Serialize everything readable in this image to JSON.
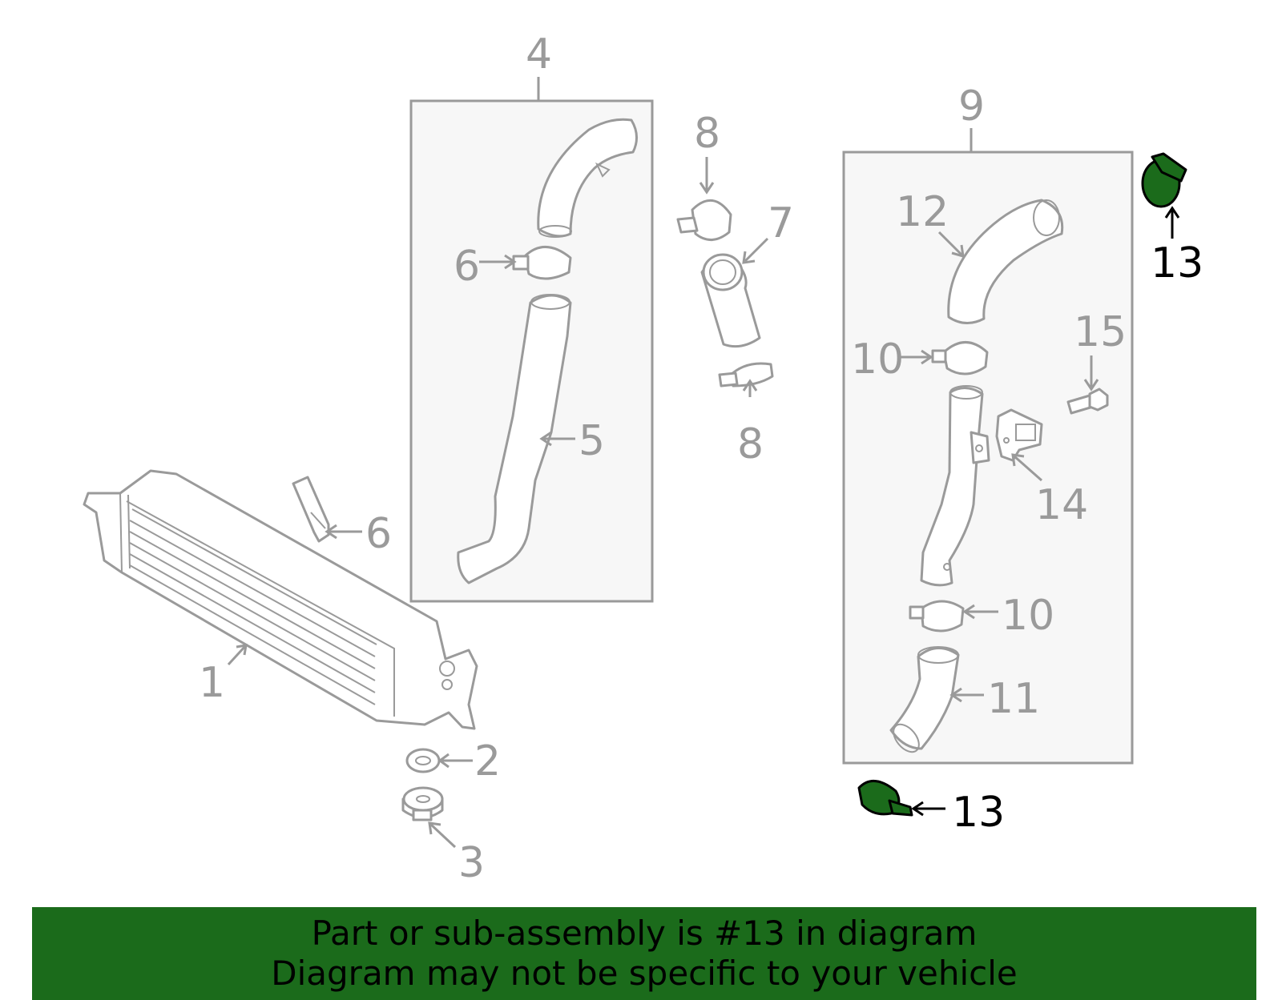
{
  "callouts": {
    "c1": "1",
    "c2": "2",
    "c3": "3",
    "c4": "4",
    "c5": "5",
    "c6a": "6",
    "c6b": "6",
    "c7": "7",
    "c8a": "8",
    "c8b": "8",
    "c9": "9",
    "c10a": "10",
    "c10b": "10",
    "c11": "11",
    "c12": "12",
    "c13a": "13",
    "c13b": "13",
    "c14": "14",
    "c15": "15"
  },
  "highlight": {
    "part_number": "13",
    "color": "#1b6b1b"
  },
  "banner": {
    "line1": "Part or sub-assembly is #13 in diagram",
    "line2": "Diagram may not be specific to your vehicle"
  }
}
